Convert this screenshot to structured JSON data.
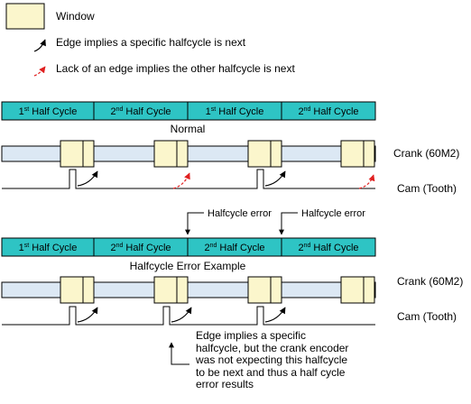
{
  "legend": {
    "window": "Window",
    "edge_implies": "Edge implies a specific halfcycle is next",
    "lack_of_edge": "Lack of an edge implies the other halfcycle is next"
  },
  "normal": {
    "cycles": [
      {
        "num": "1",
        "sup": "st",
        "rest": " Half Cycle"
      },
      {
        "num": "2",
        "sup": "nd",
        "rest": " Half Cycle"
      },
      {
        "num": "1",
        "sup": "st",
        "rest": " Half Cycle"
      },
      {
        "num": "2",
        "sup": "nd",
        "rest": " Half Cycle"
      }
    ],
    "title": "Normal",
    "crank_label": "Crank (60M2)",
    "cam_label": "Cam (Tooth)"
  },
  "error": {
    "cycles": [
      {
        "num": "1",
        "sup": "st",
        "rest": " Half Cycle"
      },
      {
        "num": "2",
        "sup": "nd",
        "rest": " Half Cycle"
      },
      {
        "num": "2",
        "sup": "nd",
        "rest": " Half Cycle"
      },
      {
        "num": "2",
        "sup": "nd",
        "rest": " Half Cycle"
      }
    ],
    "title": "Halfcycle Error Example",
    "halfcycle_error_1": "Halfcycle error",
    "halfcycle_error_2": "Halfcycle error",
    "crank_label": "Crank (60M2)",
    "cam_label": "Cam (Tooth)",
    "note": "Edge implies a specific\nhalfcycle, but the crank encoder\nwas not expecting this halfcycle\nto be next and thus a half cycle\nerror results"
  },
  "colors": {
    "cycle_bar": "#2ec4c4",
    "crank_bar": "#dce8f4",
    "window_fill": "#fbf6cc",
    "edge_arrow": "#000000",
    "lack_arrow": "#e02020"
  }
}
